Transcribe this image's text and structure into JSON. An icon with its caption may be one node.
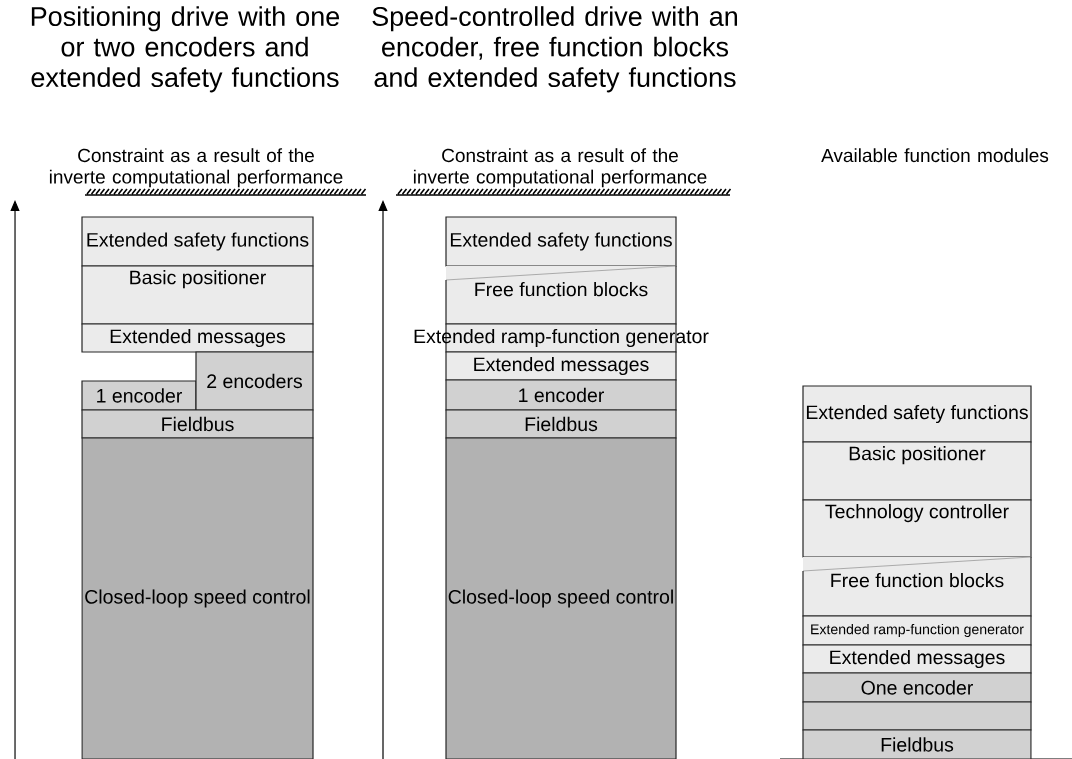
{
  "diagram": {
    "nodes": [
      {
        "text": [
          "Extended safety functions"
        ]
      },
      {
        "text": [
          "Basic positioner"
        ]
      },
      {
        "text": [
          "Extended messages"
        ]
      },
      {
        "text": [
          "1 encoder"
        ]
      },
      {
        "text": [
          "2 encoders"
        ]
      },
      {
        "text": [
          "Fieldbus"
        ]
      },
      {
        "text": [
          "Closed-loop speed control"
        ]
      },
      {
        "text": [
          "Extended safety functions"
        ]
      },
      {
        "text": [
          "Free function blocks"
        ]
      },
      {
        "text": [
          "Extended ramp-function generator"
        ]
      },
      {
        "text": [
          "Extended messages"
        ]
      },
      {
        "text": [
          "1 encoder"
        ]
      },
      {
        "text": [
          "Fieldbus"
        ]
      },
      {
        "text": [
          "Closed-loop speed control"
        ]
      },
      {
        "text": [
          "Extended safety functions"
        ]
      },
      {
        "text": [
          "Basic positioner"
        ]
      },
      {
        "text": [
          "Technology controller"
        ]
      },
      {
        "text": [
          "Free function blocks"
        ]
      },
      {
        "text": [
          "Extended ramp-function generator"
        ]
      },
      {
        "text": [
          "Extended messages"
        ]
      },
      {
        "text": [
          "One encoder"
        ]
      },
      {
        "text": [],
        "shape": "box"
      },
      {
        "text": [
          "Fieldbus"
        ]
      }
    ],
    "labels": [
      "Positioning drive with one or two encoders and extended safety functions",
      "Speed-controlled drive with an encoder, free function blocks and extended safety functions",
      "Constraint as a result of the inverte computational performance",
      "Constraint as a result of the inverte computational performance",
      "Available function modules"
    ]
  }
}
